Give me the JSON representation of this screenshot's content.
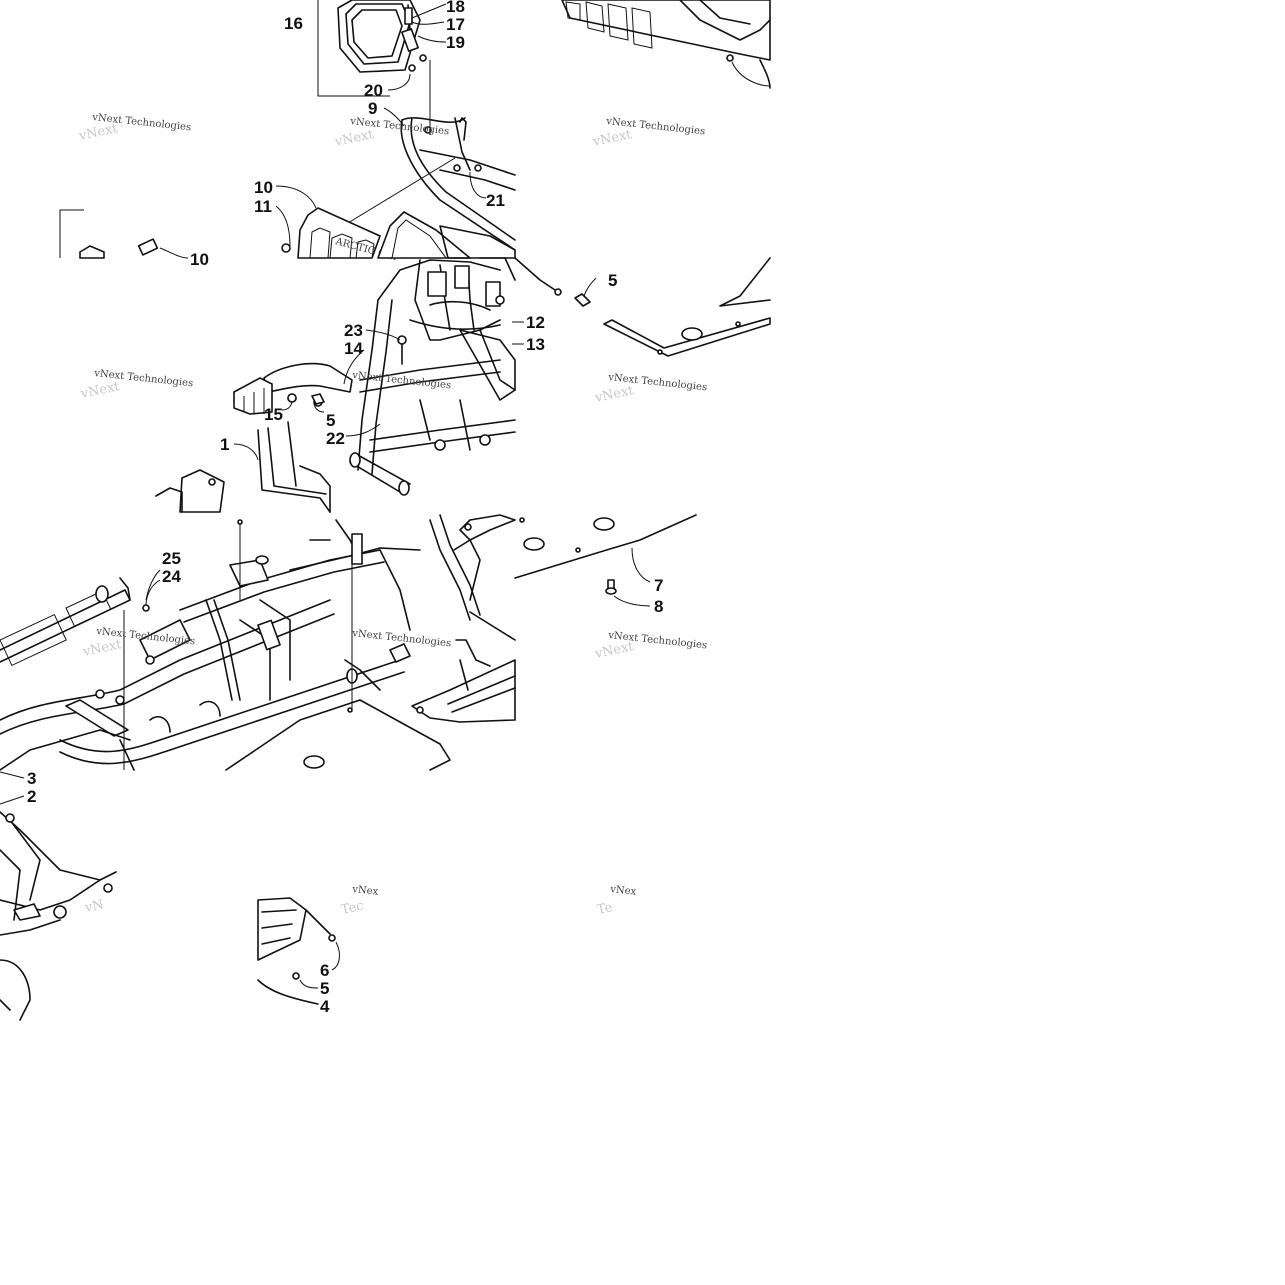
{
  "watermark": "vNext Technologies",
  "watermark_partial": "vNex",
  "callouts": [
    "1",
    "2",
    "3",
    "4",
    "5",
    "6",
    "7",
    "8",
    "9",
    "10",
    "11",
    "12",
    "13",
    "14",
    "15",
    "16",
    "17",
    "18",
    "19",
    "20",
    "21",
    "22",
    "23",
    "24",
    "25"
  ],
  "partial_callout": "10"
}
